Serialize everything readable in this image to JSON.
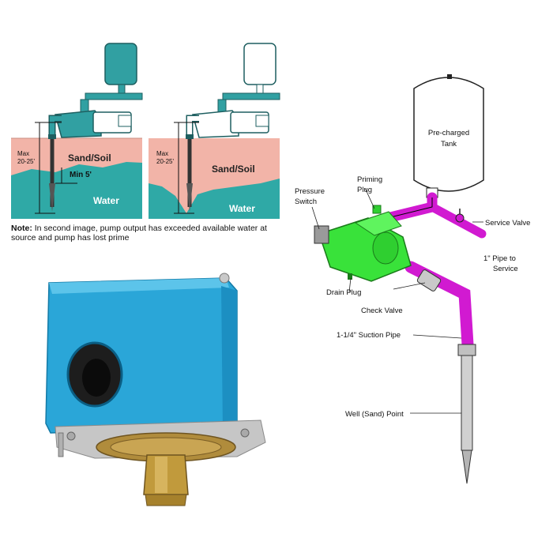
{
  "panel_left": {
    "label_sand": "Sand/Soil",
    "label_water": "Water",
    "label_max": "Max",
    "label_range": "20-25'",
    "label_min": "Min 5'"
  },
  "panel_right": {
    "label_sand": "Sand/Soil",
    "label_water": "Water",
    "label_max": "Max",
    "label_range": "20-25'"
  },
  "note": {
    "prefix": "Note:",
    "text": " In second image, pump output has exceeded available water at source and pump has lost prime"
  },
  "system_diagram": {
    "tank_line1": "Pre-charged",
    "tank_line2": "Tank",
    "priming_line1": "Priming",
    "priming_line2": "Plug",
    "pressure_line1": "Pressure",
    "pressure_line2": "Switch",
    "service_valve": "Service Valve",
    "pipe_service_line1": "1\" Pipe to",
    "pipe_service_line2": "Service",
    "drain_plug": "Drain Plug",
    "check_valve": "Check Valve",
    "suction_pipe": "1-1/4\" Suction Pipe",
    "well_point": "Well (Sand) Point"
  },
  "colors": {
    "sand": "#f2b4a8",
    "water": "#2fa9a6",
    "pump_teal": "#31a0a2",
    "pump_green": "#39e23a",
    "pipe_magenta": "#d11ad1",
    "switch_blue": "#2aa6d8"
  }
}
